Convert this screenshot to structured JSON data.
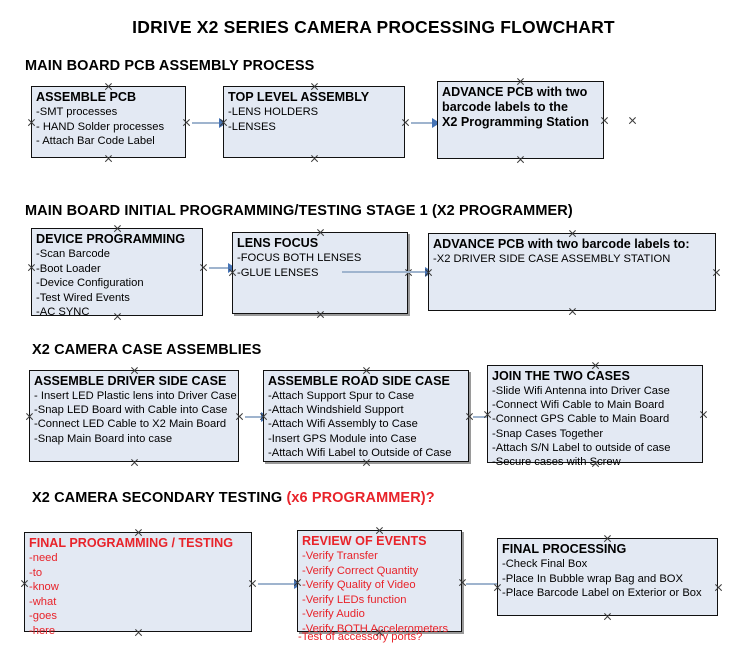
{
  "document": {
    "title": "IDRIVE X2  SERIES CAMERA PROCESSING FLOWCHART"
  },
  "sections": [
    {
      "id": "pcb-assembly",
      "header": "MAIN BOARD PCB ASSEMBLY PROCESS",
      "header_accent": ""
    },
    {
      "id": "initial-programming",
      "header": "MAIN BOARD INITIAL PROGRAMMING/TESTING STAGE 1 (X2 PROGRAMMER)",
      "header_accent": ""
    },
    {
      "id": "case-assemblies",
      "header": "X2 CAMERA CASE ASSEMBLIES",
      "header_accent": ""
    },
    {
      "id": "secondary-testing",
      "header": "X2 CAMERA SECONDARY TESTING ",
      "header_accent": "(x6 PROGRAMMER)?"
    }
  ],
  "boxes": {
    "assemble_pcb": {
      "title": "ASSEMBLE PCB",
      "lines": [
        "-SMT processes",
        "- HAND Solder processes",
        "- Attach Bar Code Label"
      ]
    },
    "top_level_assembly": {
      "title": "TOP LEVEL ASSEMBLY",
      "lines": [
        "-LENS HOLDERS",
        "-LENSES"
      ]
    },
    "advance_pcb_1": {
      "title": "ADVANCE PCB with two",
      "lines": [
        "barcode labels to the",
        " X2 Programming Station"
      ]
    },
    "device_programming": {
      "title": "DEVICE PROGRAMMING",
      "lines": [
        "-Scan Barcode",
        "-Boot Loader",
        "-Device Configuration",
        "-Test Wired Events",
        "-AC SYNC"
      ]
    },
    "lens_focus": {
      "title": "LENS FOCUS",
      "lines": [
        "-FOCUS BOTH LENSES",
        "-GLUE LENSES"
      ]
    },
    "advance_pcb_2": {
      "title": "ADVANCE PCB with two barcode labels to:",
      "lines": [
        "-X2 DRIVER  SIDE  CASE  ASSEMBLY STATION"
      ]
    },
    "assemble_driver_side_case": {
      "title": "ASSEMBLE DRIVER SIDE CASE",
      "lines": [
        "- Insert LED Plastic lens into Driver Case",
        "-Snap LED Board with Cable into Case",
        "-Connect LED Cable to X2 Main Board",
        "-Snap Main Board into case"
      ]
    },
    "assemble_road_side_case": {
      "title": "ASSEMBLE ROAD SIDE CASE",
      "lines": [
        "-Attach Support Spur to Case",
        "-Attach Windshield Support",
        "-Attach Wifi Assembly to Case",
        "-Insert GPS Module into Case",
        "-Attach Wifi Label to Outside of Case"
      ]
    },
    "join_the_two_cases": {
      "title": "JOIN THE TWO CASES",
      "lines": [
        "-Slide Wifi Antenna into Driver Case",
        "-Connect Wifi Cable to Main Board",
        "-Connect GPS Cable to Main Board",
        "-Snap Cases Together",
        "-Attach S/N Label to outside of case",
        "-Secure cases with Screw"
      ]
    },
    "final_programming_testing": {
      "title": "FINAL PROGRAMMING / TESTING",
      "lines": [
        "-need",
        "-to",
        "-know",
        "-what",
        "-goes",
        "-here"
      ]
    },
    "review_of_events": {
      "title": "REVIEW OF EVENTS",
      "lines": [
        "-Verify Transfer",
        "-Verify Correct Quantity",
        "-Verify Quality of Video",
        "-Verify LEDs function",
        "-Verify Audio",
        "-Verify BOTH Accelerometers"
      ],
      "overflow_line": "-Test of accessory ports?"
    },
    "final_processing": {
      "title": "FINAL PROCESSING",
      "lines": [
        " -Check Final Box",
        "-Place In Bubble wrap Bag and BOX",
        "-Place Barcode Label on Exterior or Box"
      ]
    }
  },
  "colors": {
    "box_fill": "#e3e9f3",
    "box_border": "#111111",
    "arrow_line": "#9fb4ce",
    "arrow_head": "#4573b5",
    "accent_red": "#e8232a",
    "text": "#000000"
  }
}
